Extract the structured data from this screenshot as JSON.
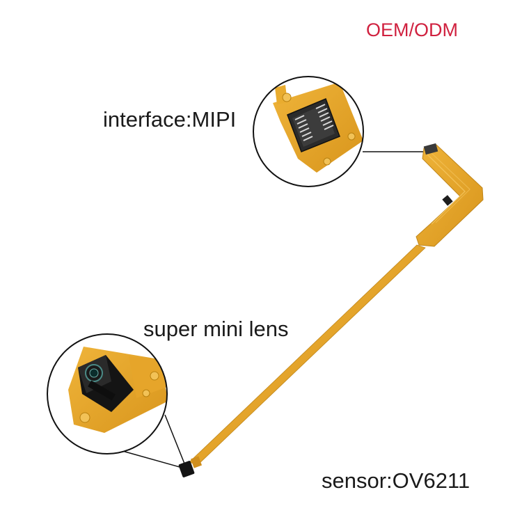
{
  "brand_tag": {
    "text": "OEM/ODM",
    "color": "#d0213f"
  },
  "labels": {
    "interface": "interface:MIPI",
    "lens": "super mini lens",
    "sensor": "sensor:OV6211"
  },
  "colors": {
    "flex_cable": "#e2a124",
    "flex_cable_dark": "#b87a14",
    "sensor_body": "#141414",
    "text": "#1a1a1a",
    "callout_line": "#111111"
  }
}
